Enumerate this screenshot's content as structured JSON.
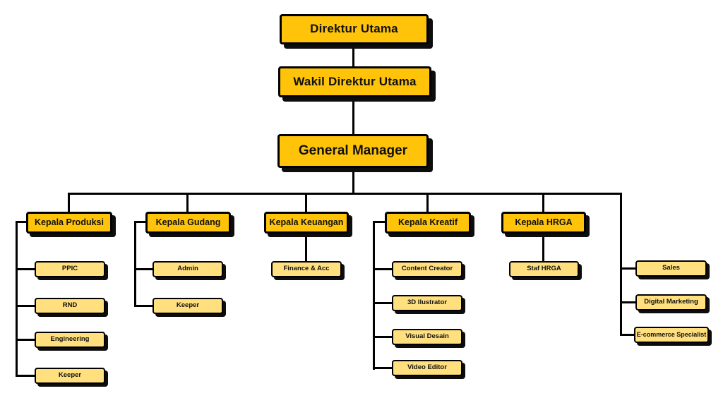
{
  "colors": {
    "primary": "#FFC40A",
    "secondary": "#FFDF7E",
    "line": "#000000"
  },
  "nodes": {
    "root": "Direktur Utama",
    "deputy": "Wakil Direktur Utama",
    "gm": "General Manager"
  },
  "departments": [
    {
      "label": "Kepala Produksi",
      "children": [
        "PPIC",
        "RND",
        "Engineering",
        "Keeper"
      ]
    },
    {
      "label": "Kepala Gudang",
      "children": [
        "Admin",
        "Keeper"
      ]
    },
    {
      "label": "Kepala Keuangan",
      "children": [
        "Finance & Acc"
      ]
    },
    {
      "label": "Kepala Kreatif",
      "children": [
        "Content Creator",
        "3D Ilustrator",
        "Visual Desain",
        "Video Editor"
      ]
    },
    {
      "label": "Kepala HRGA",
      "children": [
        "Staf HRGA"
      ]
    }
  ],
  "sales_branch": [
    "Sales",
    "Digital Marketing",
    "E-commerce Specialist"
  ]
}
